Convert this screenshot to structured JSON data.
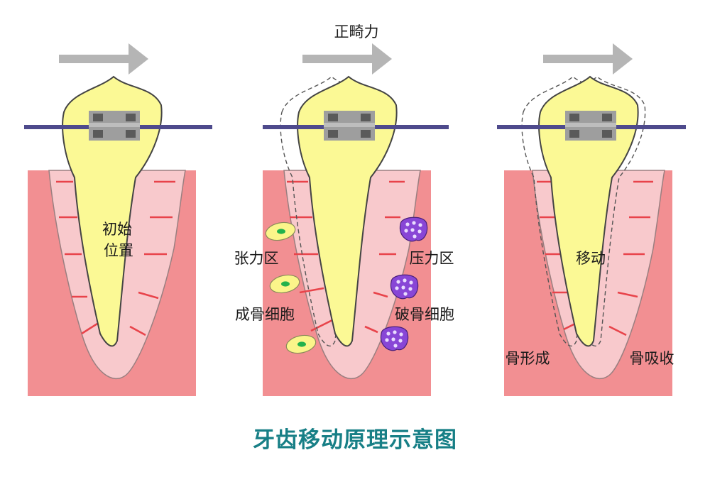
{
  "diagram": {
    "title": "牙齿移动原理示意图",
    "force_label": "正畸力",
    "panels": {
      "initial": {
        "center_label_line1": "初始",
        "center_label_line2": "位置"
      },
      "force": {
        "tension_zone": "张力区",
        "osteoblast": "成骨细胞",
        "pressure_zone": "压力区",
        "osteoclast": "破骨细胞"
      },
      "moved": {
        "center_label": "移动",
        "bone_formation": "骨形成",
        "bone_resorption": "骨吸收"
      }
    },
    "colors": {
      "bone": "#f28f92",
      "ligament": "#f8c9cc",
      "ligament_fiber": "#e8434a",
      "tooth": "#fbf995",
      "tooth_outline": "#444444",
      "bracket": "#9e9e9e",
      "bracket_dark": "#5a5a5a",
      "archwire": "#4e4a8c",
      "arrow": "#b5b5b5",
      "osteoblast": "#fbf58a",
      "osteoblast_nucleus": "#22b24c",
      "osteoclast": "#8846d6",
      "title": "#177f86"
    }
  }
}
